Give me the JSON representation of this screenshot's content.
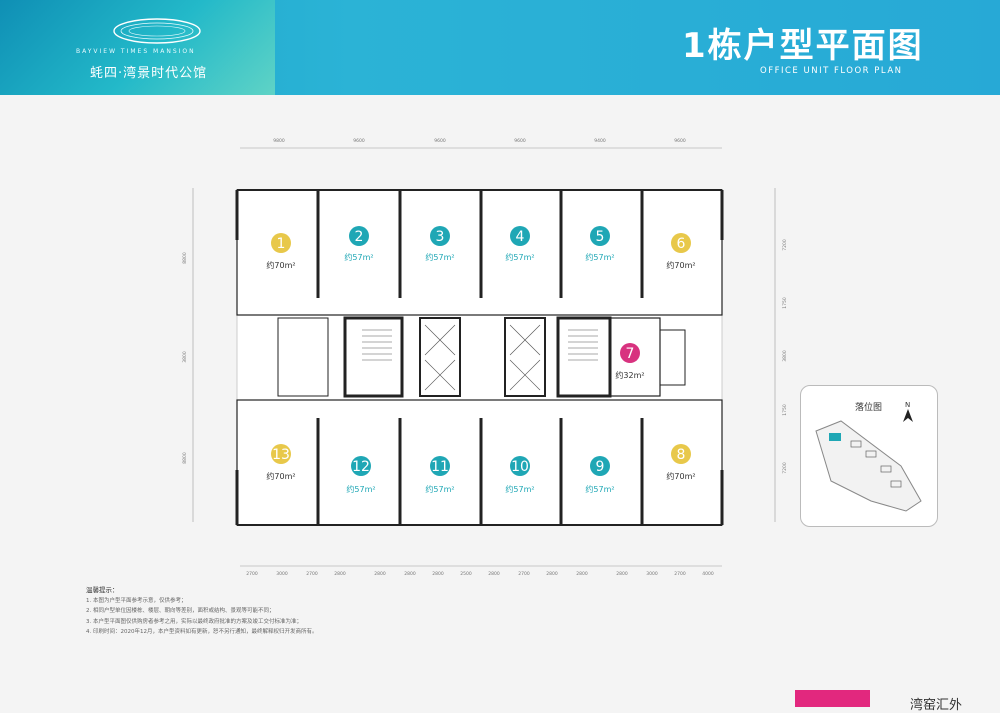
{
  "header": {
    "logo_en": "BAYVIEW TIMES MANSION",
    "logo_cn": "蚝四·湾景时代公馆",
    "title_cn": "1栋户型平面图",
    "title_en": "OFFICE UNIT FLOOR PLAN"
  },
  "units": [
    {
      "num": "1",
      "area": "约70m²",
      "color": "#e8c84a"
    },
    {
      "num": "2",
      "area": "约57m²",
      "color": "#1fa7b5"
    },
    {
      "num": "3",
      "area": "约57m²",
      "color": "#1fa7b5"
    },
    {
      "num": "4",
      "area": "约57m²",
      "color": "#1fa7b5"
    },
    {
      "num": "5",
      "area": "约57m²",
      "color": "#1fa7b5"
    },
    {
      "num": "6",
      "area": "约70m²",
      "color": "#e8c84a"
    },
    {
      "num": "7",
      "area": "约32m²",
      "color": "#d8327f"
    },
    {
      "num": "8",
      "area": "约70m²",
      "color": "#e8c84a"
    },
    {
      "num": "9",
      "area": "约57m²",
      "color": "#1fa7b5"
    },
    {
      "num": "10",
      "area": "约57m²",
      "color": "#1fa7b5"
    },
    {
      "num": "11",
      "area": "约57m²",
      "color": "#1fa7b5"
    },
    {
      "num": "12",
      "area": "约57m²",
      "color": "#1fa7b5"
    },
    {
      "num": "13",
      "area": "约70m²",
      "color": "#e8c84a"
    }
  ],
  "dims_top": [
    "9800",
    "9600",
    "9600",
    "9600",
    "9400",
    "9600"
  ],
  "dims_bottom": [
    "2700",
    "3000",
    "2700",
    "2800",
    "2800",
    "2800",
    "2800",
    "2500",
    "2800",
    "2700",
    "2800",
    "2800",
    "2800",
    "3000",
    "2700",
    "4000"
  ],
  "dims_left": [
    "8800",
    "3800",
    "8800"
  ],
  "dims_right": [
    "7200",
    "1750",
    "3800",
    "1750",
    "7200"
  ],
  "location_map": {
    "title": "落位图",
    "north": "N"
  },
  "notes": {
    "heading": "温馨提示：",
    "lines": [
      "1. 本图为户型平面参考示意，仅供参考；",
      "2. 相同户型单位因楼栋、楼层、朝向等差别，面积或结构、景观等可能不同；",
      "3. 本户型平面图仅供购房者参考之用，实际以最终政府批准的方案及竣工交付标准为准；",
      "4. 印刷时间：2020年12月，本户型资料如有更新，恕不另行通知，最终解释权归开发商所有。"
    ]
  },
  "watermark": "湾窑汇外"
}
